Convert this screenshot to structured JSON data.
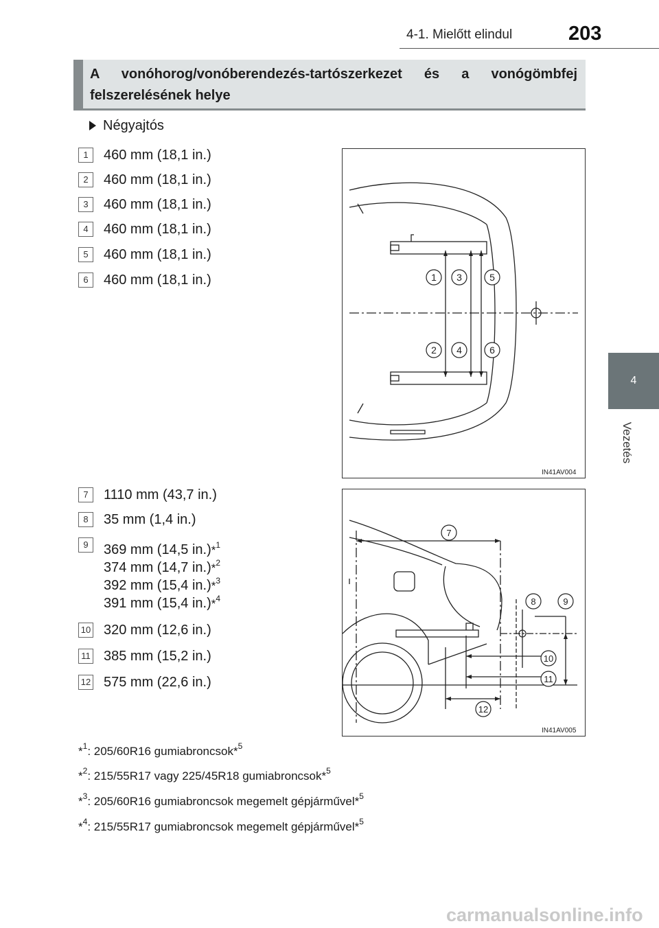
{
  "header": {
    "section": "4-1. Mielőtt elindul",
    "page_number": "203"
  },
  "side_tab": {
    "chapter_number": "4",
    "chapter_label": "Vezetés"
  },
  "section_title": {
    "line1": "A vonóhorog/vonóberendezés-tartószerkezet és a vonógömbfej",
    "line2": "felszerelésének helye"
  },
  "variant_label": "Négyajtós",
  "list_a": [
    {
      "num": "1",
      "text": "460 mm (18,1 in.)"
    },
    {
      "num": "2",
      "text": "460 mm (18,1 in.)"
    },
    {
      "num": "3",
      "text": "460 mm (18,1 in.)"
    },
    {
      "num": "4",
      "text": "460 mm (18,1 in.)"
    },
    {
      "num": "5",
      "text": "460 mm (18,1 in.)"
    },
    {
      "num": "6",
      "text": "460 mm (18,1 in.)"
    }
  ],
  "list_b": [
    {
      "num": "7",
      "text": "1110 mm (43,7 in.)"
    },
    {
      "num": "8",
      "text": "35 mm (1,4 in.)"
    },
    {
      "num": "9",
      "lines": [
        {
          "text": "369 mm (14,5 in.)",
          "ref": "1"
        },
        {
          "text": "374 mm (14,7 in.)",
          "ref": "2"
        },
        {
          "text": "392 mm (15,4 in.)",
          "ref": "3"
        },
        {
          "text": "391 mm (15,4 in.)",
          "ref": "4"
        }
      ]
    },
    {
      "num": "10",
      "text": "320 mm (12,6 in.)"
    },
    {
      "num": "11",
      "text": "385 mm (15,2 in.)"
    },
    {
      "num": "12",
      "text": "575 mm (22,6 in.)"
    }
  ],
  "diagram_top": {
    "code": "IN41AV004",
    "callouts": [
      "1",
      "3",
      "5",
      "2",
      "4",
      "6"
    ]
  },
  "diagram_bottom": {
    "code": "IN41AV005",
    "callouts": [
      "7",
      "8",
      "9",
      "10",
      "11",
      "12"
    ]
  },
  "footnotes": [
    {
      "ref": "1",
      "text": ": 205/60R16 gumiabroncsok",
      "tail": "5"
    },
    {
      "ref": "2",
      "text": ": 215/55R17 vagy 225/45R18 gumiabroncsok",
      "tail": "5"
    },
    {
      "ref": "3",
      "text": ": 205/60R16 gumiabroncsok megemelt gépjárművel",
      "tail": "5"
    },
    {
      "ref": "4",
      "text": ": 215/55R17 gumiabroncsok megemelt gépjárművel",
      "tail": "5"
    }
  ],
  "watermark": "carmanualsonline.info"
}
